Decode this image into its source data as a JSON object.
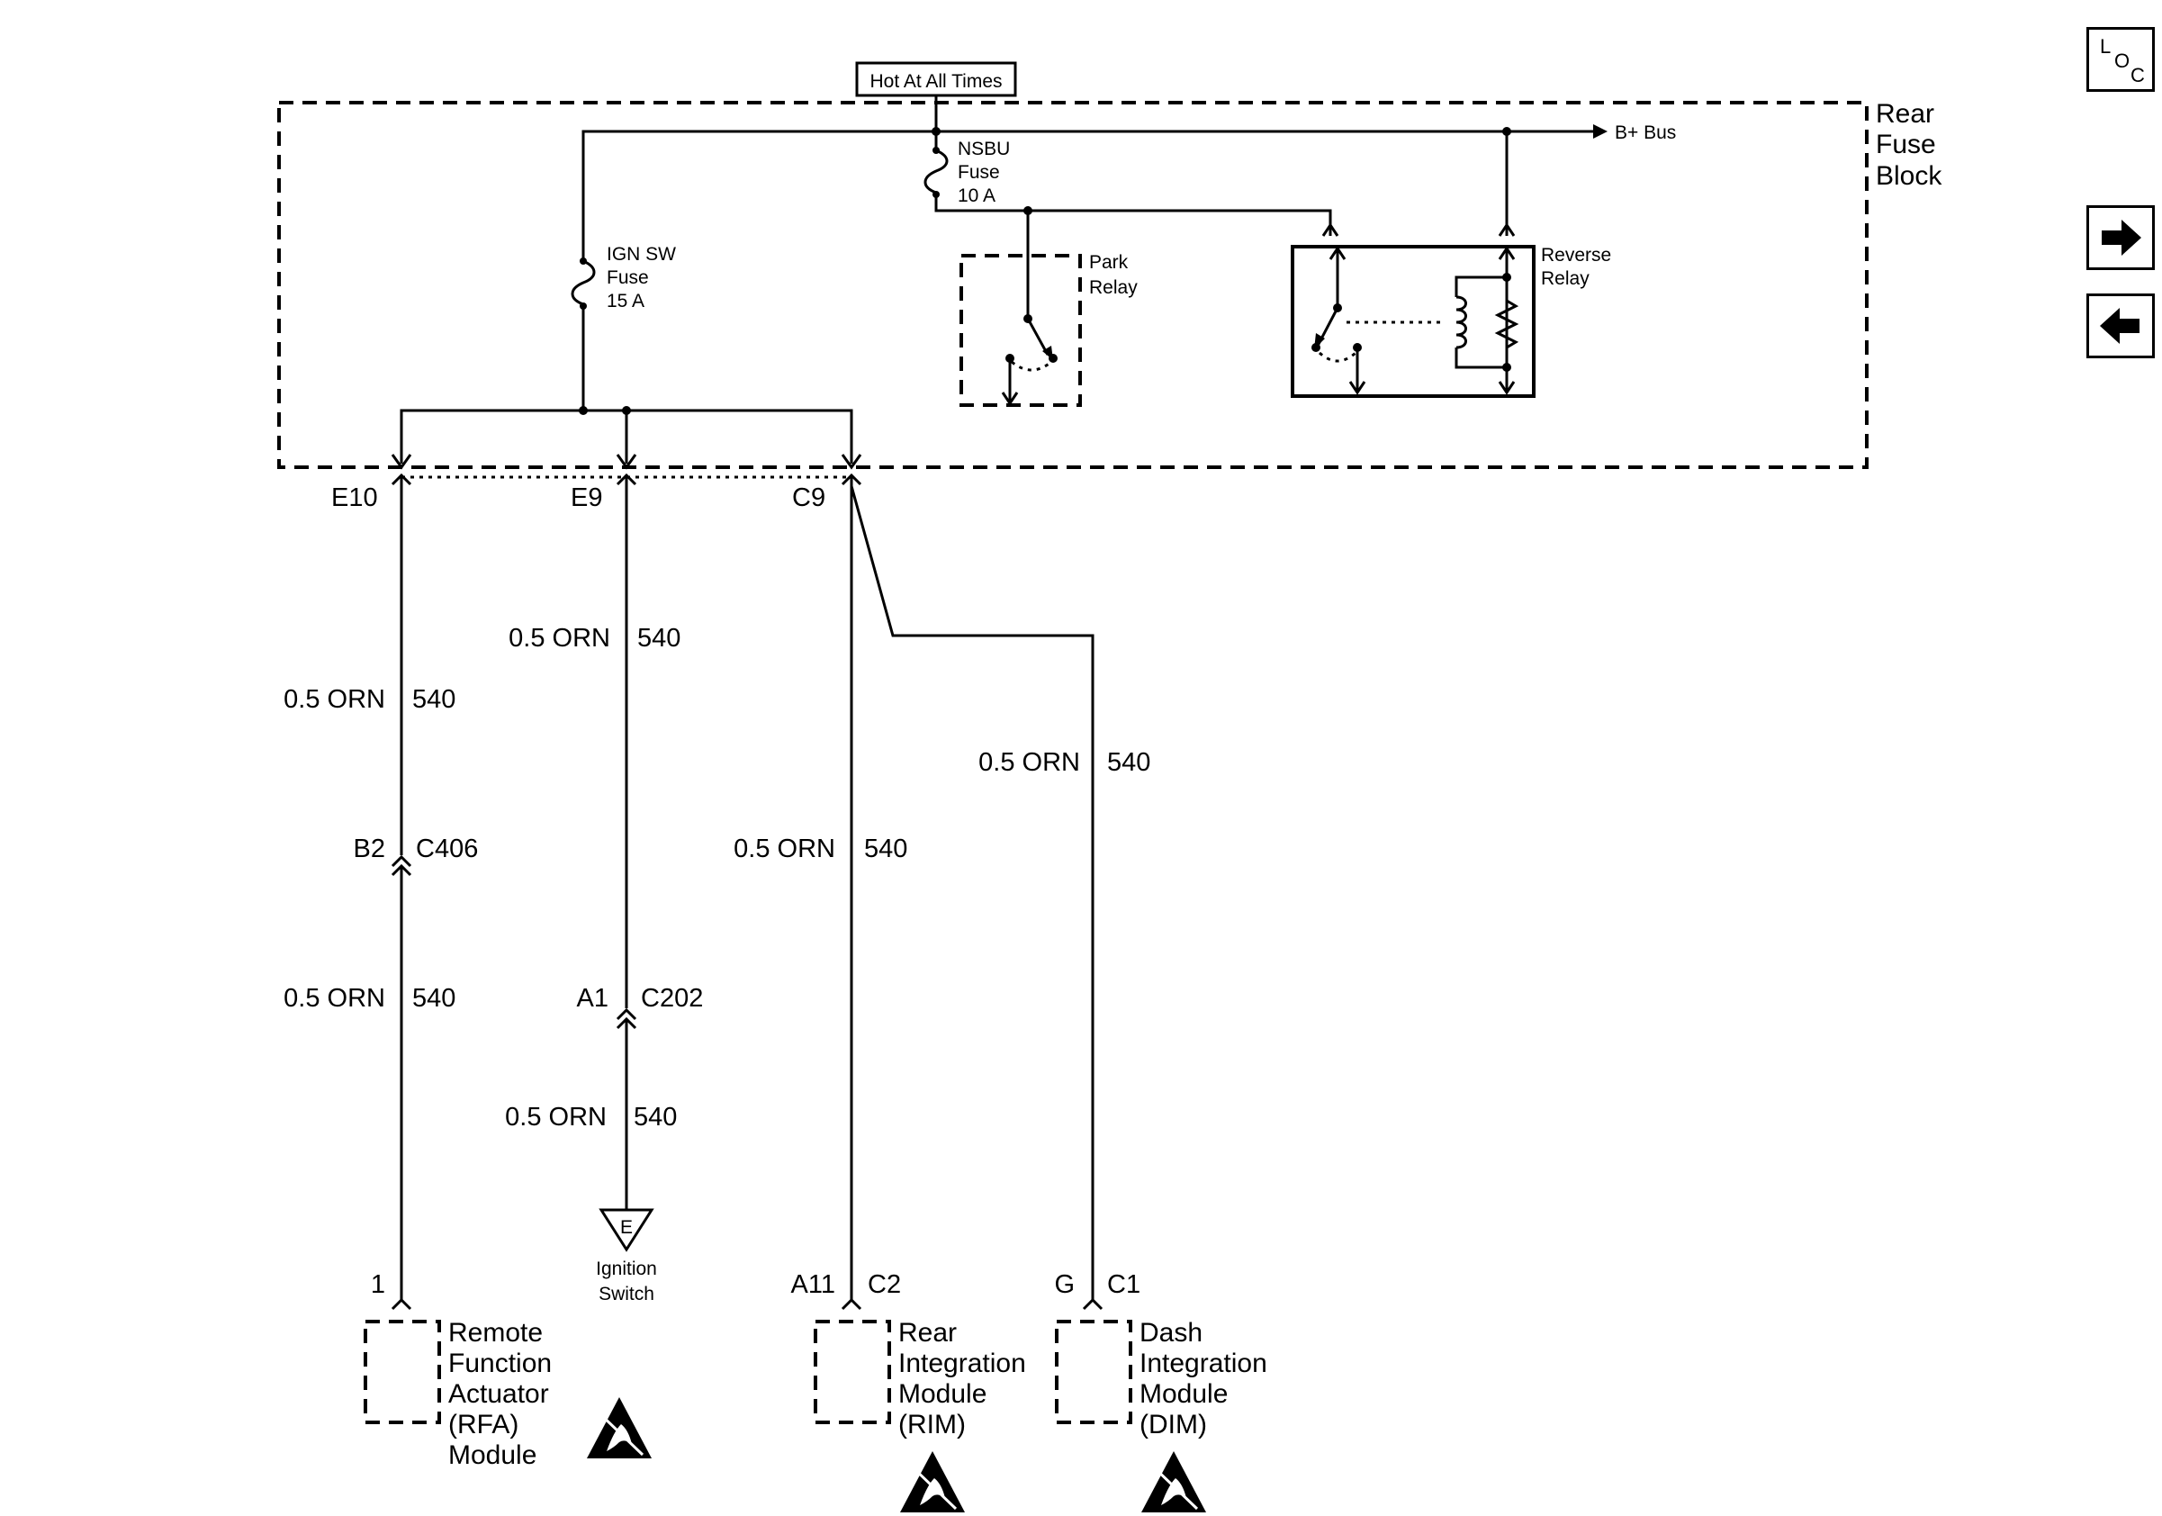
{
  "top_label": "Hot At All Times",
  "fuse_block_name": [
    "Rear",
    "Fuse",
    "Block"
  ],
  "bplus_bus": "B+ Bus",
  "nsbu_fuse": [
    "NSBU",
    "Fuse",
    "10 A"
  ],
  "ign_fuse": [
    "IGN SW",
    "Fuse",
    "15 A"
  ],
  "park_relay": [
    "Park",
    "Relay"
  ],
  "reverse_relay": [
    "Reverse",
    "Relay"
  ],
  "terminals": {
    "e10": "E10",
    "e9": "E9",
    "c9": "C9"
  },
  "wires": {
    "w1_upper": {
      "gauge_color": "0.5 ORN",
      "circuit": "540"
    },
    "w1_lower": {
      "gauge_color": "0.5 ORN",
      "circuit": "540"
    },
    "w2_upper": {
      "gauge_color": "0.5 ORN",
      "circuit": "540"
    },
    "w2_lower": {
      "gauge_color": "0.5 ORN",
      "circuit": "540"
    },
    "w3": {
      "gauge_color": "0.5 ORN",
      "circuit": "540"
    },
    "w4": {
      "gauge_color": "0.5 ORN",
      "circuit": "540"
    }
  },
  "connectors": {
    "c406": {
      "pin": "B2",
      "name": "C406"
    },
    "c202": {
      "pin": "A1",
      "name": "C202"
    },
    "rfa": {
      "pin": "1"
    },
    "rim": {
      "pin": "A11",
      "name": "C2"
    },
    "dim": {
      "pin": "G",
      "name": "C1"
    }
  },
  "ignition": {
    "ground_letter": "E",
    "label": [
      "Ignition",
      "Switch"
    ]
  },
  "modules": {
    "rfa": [
      "Remote",
      "Function",
      "Actuator",
      "(RFA)",
      "Module"
    ],
    "rim": [
      "Rear",
      "Integration",
      "Module",
      "(RIM)"
    ],
    "dim": [
      "Dash",
      "Integration",
      "Module",
      "(DIM)"
    ]
  },
  "nav": {
    "loc": [
      "L",
      "O",
      "C"
    ],
    "next_icon": "arrow-right-icon",
    "prev_icon": "arrow-left-icon"
  }
}
